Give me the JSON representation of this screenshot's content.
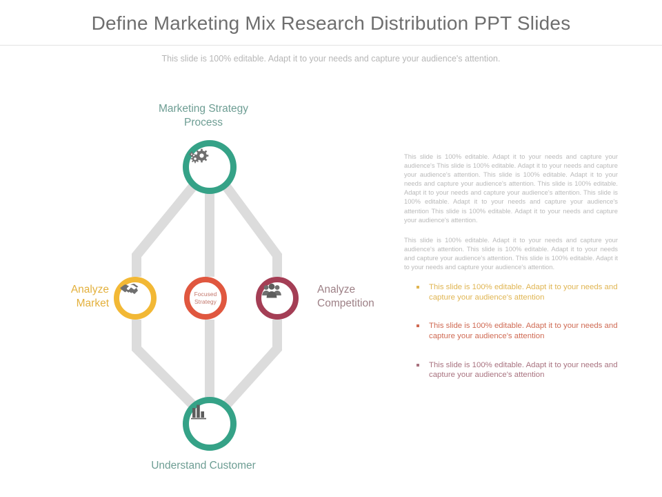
{
  "slide": {
    "title": "Define Marketing Mix Research Distribution PPT Slides",
    "subtitle": "This slide is 100% editable. Adapt it to your needs and capture your audience's attention."
  },
  "colors": {
    "teal": "#35a287",
    "amber": "#f2b835",
    "red": "#e0573f",
    "maroon": "#a43e55",
    "ribbon_gray": "#dcdcdc",
    "title_gray": "#6e6e6e",
    "body_gray": "#b9b9b9"
  },
  "diagram": {
    "nodes": [
      {
        "id": "top",
        "label": "Marketing Strategy\nProcess",
        "label_line1": "Marketing Strategy",
        "label_line2": "Process",
        "icon": "gears-icon",
        "color": "#35a287"
      },
      {
        "id": "left",
        "label_line1": "Analyze",
        "label_line2": "Market",
        "icon": "handshake-icon",
        "color": "#f2b835"
      },
      {
        "id": "center",
        "text_line1": "Focused",
        "text_line2": "Strategy",
        "icon": "none",
        "color": "#e0573f"
      },
      {
        "id": "right",
        "label_line1": "Analyze",
        "label_line2": "Competition",
        "icon": "people-group-icon",
        "color": "#a43e55"
      },
      {
        "id": "bottom",
        "label_line1": "Understand Customer",
        "label_line2": "",
        "icon": "bar-chart-icon",
        "color": "#35a287"
      }
    ]
  },
  "right_panel": {
    "paragraph_1": "This slide is 100% editable. Adapt it to your needs and capture your audience's This slide is 100% editable. Adapt it to your needs and capture your audience's attention. This slide is 100% editable. Adapt it to your needs and capture your audience's attention. This slide is 100% editable. Adapt it to your needs and capture your audience's attention. This slide is 100% editable. Adapt it to your needs and capture your audience's attention This slide is 100% editable. Adapt it to your needs and capture your audience's attention.",
    "paragraph_2": "This slide is 100% editable. Adapt it to your needs and capture your audience's attention. This slide is 100% editable. Adapt it to your needs and capture your audience's attention. This slide is 100% editable. Adapt it to your needs and capture your audience's attention.",
    "bullets": [
      {
        "text": "This slide is 100% editable. Adapt it to your needs and capture your audience's attention",
        "color": "#e0b552"
      },
      {
        "text": "This slide is 100% editable. Adapt it to your needs and capture your audience's attention",
        "color": "#cf6a53"
      },
      {
        "text": "This slide is 100% editable. Adapt it to your needs and capture your audience's attention",
        "color": "#a8727f"
      }
    ]
  }
}
